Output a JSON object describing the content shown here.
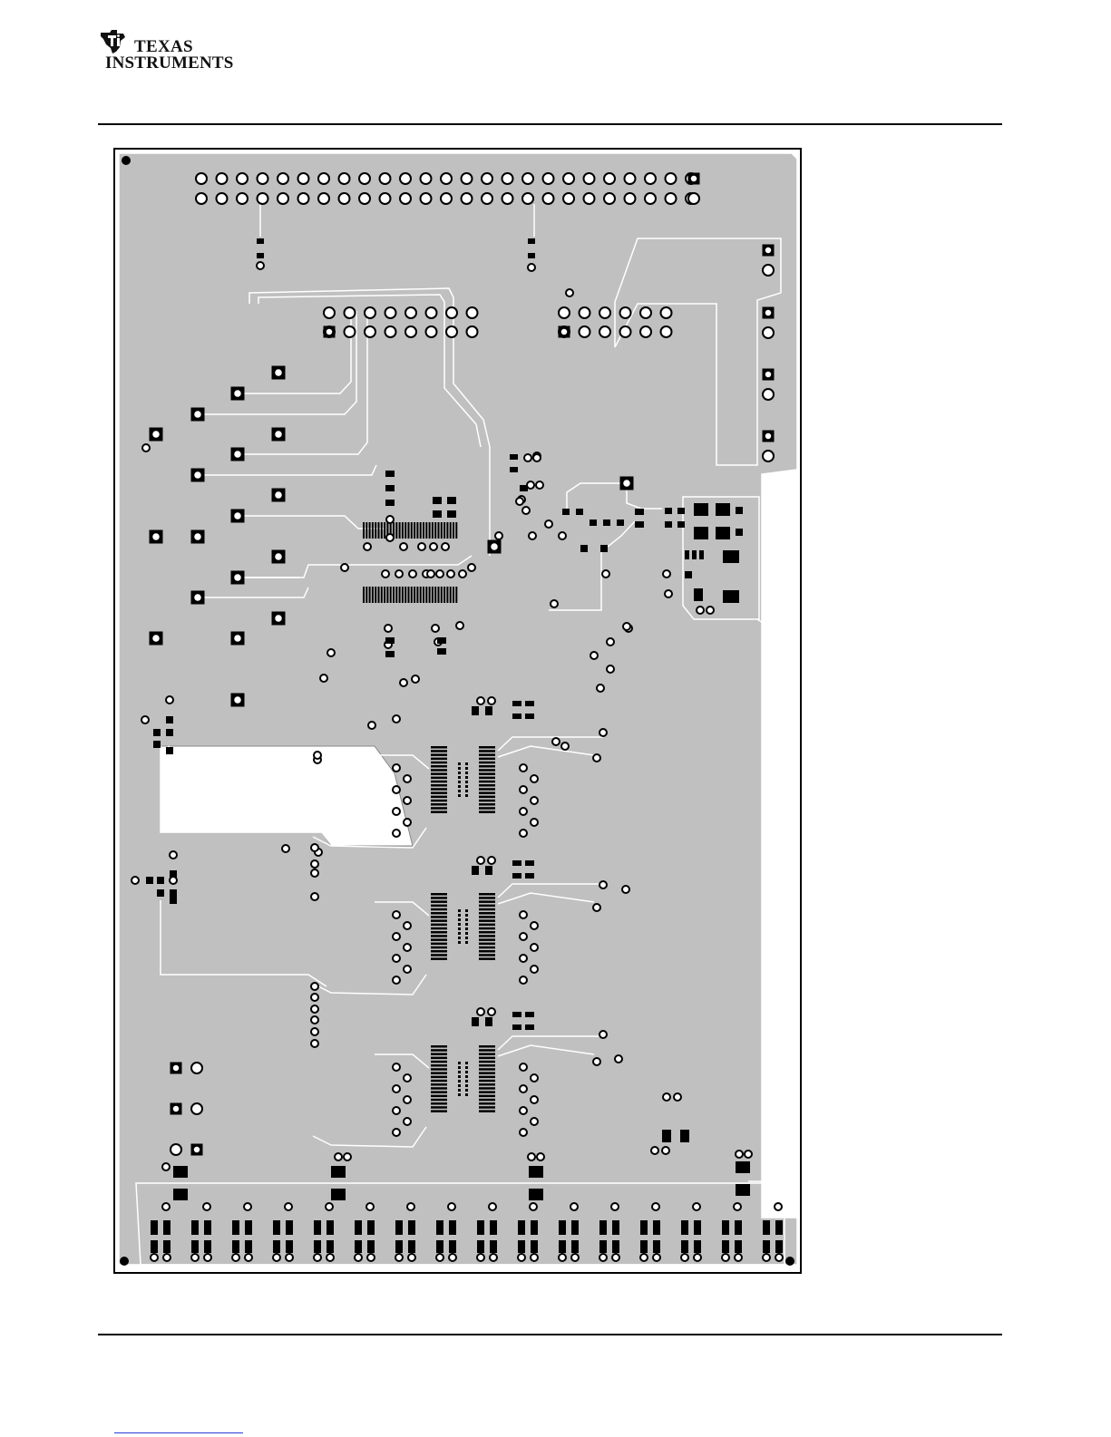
{
  "header": {
    "logo_line1": "Texas",
    "logo_line2": "Instruments"
  },
  "figure": {
    "subject": "pcb-layout-top-layer",
    "board_color": "#c0c0c0",
    "trace_color": "#ffffff",
    "pad_color": "#000000"
  }
}
